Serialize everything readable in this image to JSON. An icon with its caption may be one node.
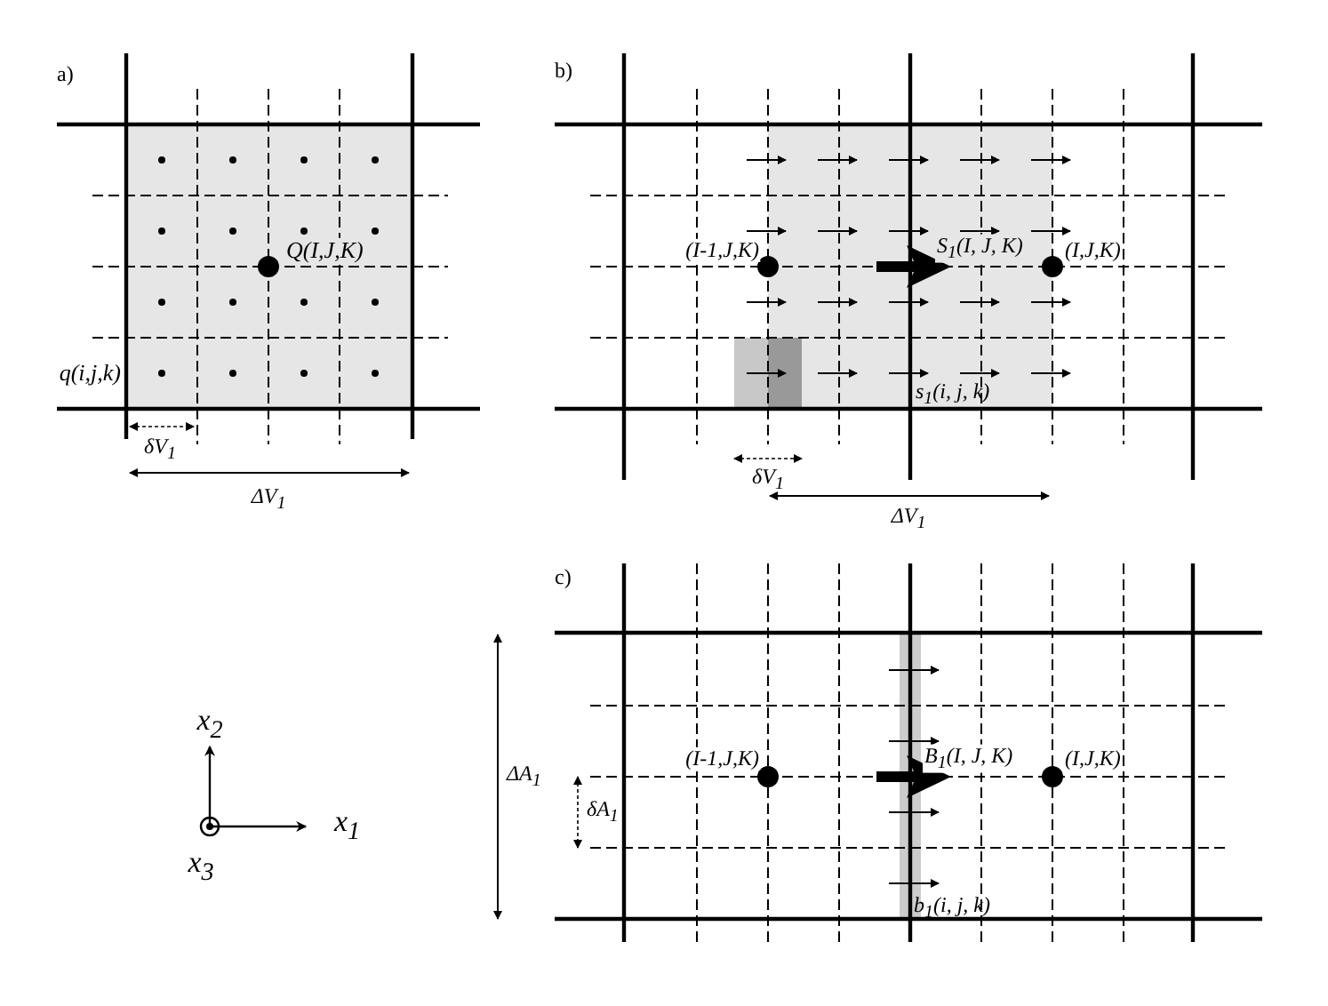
{
  "diagram": {
    "labels": [
      "a)",
      "b)",
      "Q(I,J,K)",
      "(I-1,J,K)",
      "S$_{1}$(I, J, K)",
      "(I,J,K)",
      "q(i,j,k)",
      "s$_{1}$(i, j, k)",
      "δV$_{1}$",
      "ΔV$_{1}$",
      "δV$_{1}$",
      "ΔV$_{1}$",
      "c)",
      "ΔA$_{1}$",
      "x$_{2}$",
      "(I-1,J,K)",
      "B$_{1}$(I, J, K)",
      "(I,J,K)",
      "δA$_{1}$",
      "x$_{1}$",
      "x$_{3}$",
      "b$_{1}$(i, j, k)"
    ]
  }
}
